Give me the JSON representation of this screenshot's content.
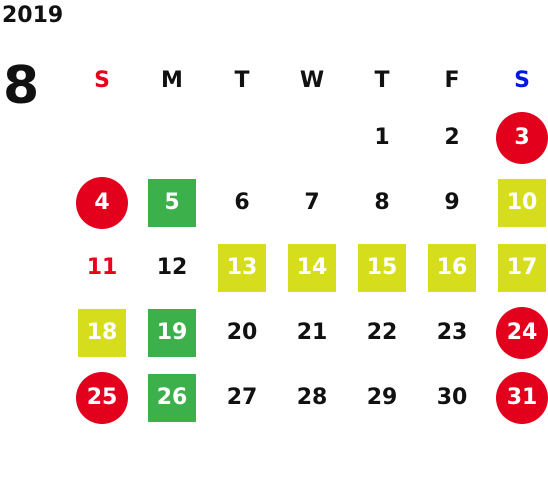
{
  "calendar": {
    "year": "2019",
    "month": "8",
    "weekdays": [
      "S",
      "M",
      "T",
      "W",
      "T",
      "F",
      "S"
    ],
    "weekday_colors": {
      "sunday": "#e8001c",
      "saturday": "#0018e0",
      "weekday": "#111111"
    },
    "legend_colors": {
      "holiday_circle": "#e2001d",
      "green_square": "#3cb04a",
      "yellow_square": "#d5dd1c"
    },
    "weeks": [
      [
        {
          "label": "",
          "style": "empty"
        },
        {
          "label": "",
          "style": "empty"
        },
        {
          "label": "",
          "style": "empty"
        },
        {
          "label": "",
          "style": "empty"
        },
        {
          "label": "1",
          "style": "plain"
        },
        {
          "label": "2",
          "style": "plain"
        },
        {
          "label": "3",
          "style": "holiday"
        }
      ],
      [
        {
          "label": "4",
          "style": "holiday"
        },
        {
          "label": "5",
          "style": "green"
        },
        {
          "label": "6",
          "style": "plain"
        },
        {
          "label": "7",
          "style": "plain"
        },
        {
          "label": "8",
          "style": "plain"
        },
        {
          "label": "9",
          "style": "plain"
        },
        {
          "label": "10",
          "style": "yellow"
        }
      ],
      [
        {
          "label": "11",
          "style": "red-text"
        },
        {
          "label": "12",
          "style": "plain"
        },
        {
          "label": "13",
          "style": "yellow"
        },
        {
          "label": "14",
          "style": "yellow"
        },
        {
          "label": "15",
          "style": "yellow"
        },
        {
          "label": "16",
          "style": "yellow"
        },
        {
          "label": "17",
          "style": "yellow"
        }
      ],
      [
        {
          "label": "18",
          "style": "yellow"
        },
        {
          "label": "19",
          "style": "green"
        },
        {
          "label": "20",
          "style": "plain"
        },
        {
          "label": "21",
          "style": "plain"
        },
        {
          "label": "22",
          "style": "plain"
        },
        {
          "label": "23",
          "style": "plain"
        },
        {
          "label": "24",
          "style": "holiday"
        }
      ],
      [
        {
          "label": "25",
          "style": "holiday"
        },
        {
          "label": "26",
          "style": "green"
        },
        {
          "label": "27",
          "style": "plain"
        },
        {
          "label": "28",
          "style": "plain"
        },
        {
          "label": "29",
          "style": "plain"
        },
        {
          "label": "30",
          "style": "plain"
        },
        {
          "label": "31",
          "style": "holiday"
        }
      ]
    ]
  }
}
